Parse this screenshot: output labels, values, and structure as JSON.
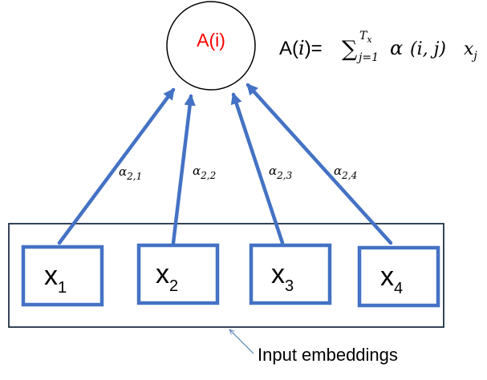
{
  "colors": {
    "arrow": "#4472c4",
    "box_border": "#4472c4",
    "container_border": "#1f3145",
    "output_text": "#ff0000",
    "text": "#000000",
    "pointer": "#5b7fb5"
  },
  "output_node": {
    "label": "A(i)"
  },
  "formula": {
    "lhs_name": "A(",
    "lhs_var": "i",
    "lhs_close": ")=",
    "sum_symbol": "∑",
    "sum_upper_base": "T",
    "sum_upper_sub": "x",
    "sum_lower": "j=1",
    "alpha": "α",
    "args": "(i,  j)",
    "x_base": "x",
    "x_sub": "j"
  },
  "inputs": [
    {
      "base": "x",
      "sub": "1"
    },
    {
      "base": "x",
      "sub": "2"
    },
    {
      "base": "x",
      "sub": "3"
    },
    {
      "base": "x",
      "sub": "4"
    }
  ],
  "weights": [
    {
      "base": "α",
      "sub": "2,1"
    },
    {
      "base": "α",
      "sub": "2,2"
    },
    {
      "base": "α",
      "sub": "2,3"
    },
    {
      "base": "α",
      "sub": "2,4"
    }
  ],
  "container_caption": "Input embeddings"
}
